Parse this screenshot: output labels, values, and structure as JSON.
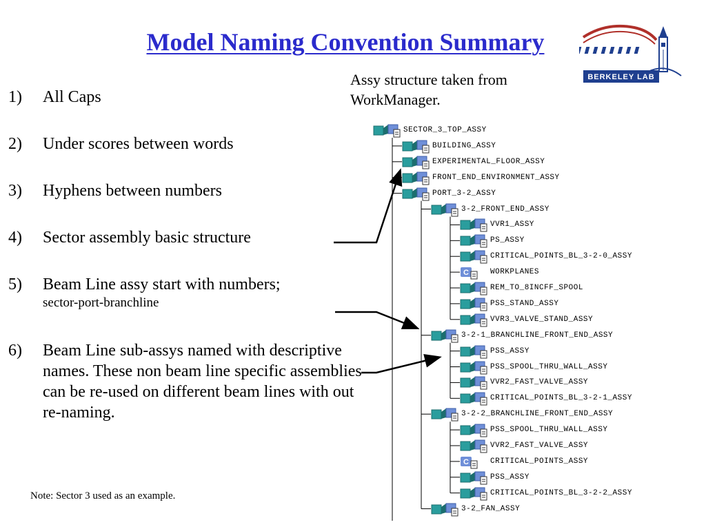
{
  "title": "Model Naming Convention Summary",
  "logo": {
    "text": "BERKELEY LAB"
  },
  "caption": "Assy structure taken from WorkManager.",
  "rules": [
    {
      "num": "1)",
      "text": "All Caps",
      "sub": ""
    },
    {
      "num": "2)",
      "text": "Under scores between words",
      "sub": ""
    },
    {
      "num": "3)",
      "text": "Hyphens between numbers",
      "sub": ""
    },
    {
      "num": "4)",
      "text": "Sector assembly basic structure",
      "sub": ""
    },
    {
      "num": "5)",
      "text": "Beam Line assy start with numbers;",
      "sub": "sector-port-branchline"
    },
    {
      "num": "6)",
      "text": "Beam Line sub-assys named with descriptive names. These non beam line specific assemblies can be re-used on different beam lines with out re-naming.",
      "sub": ""
    }
  ],
  "note": "Note: Sector 3 used as an example.",
  "tree": [
    {
      "label": "SECTOR_3_TOP_ASSY",
      "depth": 0,
      "icon": "assembly-icon"
    },
    {
      "label": "BUILDING_ASSY",
      "depth": 1,
      "icon": "assembly-icon"
    },
    {
      "label": "EXPERIMENTAL_FLOOR_ASSY",
      "depth": 1,
      "icon": "assembly-icon"
    },
    {
      "label": "FRONT_END_ENVIRONMENT_ASSY",
      "depth": 1,
      "icon": "assembly-icon"
    },
    {
      "label": "PORT_3-2_ASSY",
      "depth": 1,
      "icon": "assembly-icon"
    },
    {
      "label": "3-2_FRONT_END_ASSY",
      "depth": 2,
      "icon": "assembly-icon"
    },
    {
      "label": "VVR1_ASSY",
      "depth": 3,
      "icon": "assembly-icon"
    },
    {
      "label": "PS_ASSY",
      "depth": 3,
      "icon": "assembly-icon"
    },
    {
      "label": "CRITICAL_POINTS_BL_3-2-0_ASSY",
      "depth": 3,
      "icon": "assembly-icon"
    },
    {
      "label": "WORKPLANES",
      "depth": 3,
      "icon": "component-icon"
    },
    {
      "label": "REM_TO_8INCFF_SPOOL",
      "depth": 3,
      "icon": "assembly-icon"
    },
    {
      "label": "PSS_STAND_ASSY",
      "depth": 3,
      "icon": "assembly-icon"
    },
    {
      "label": "VVR3_VALVE_STAND_ASSY",
      "depth": 3,
      "icon": "assembly-icon"
    },
    {
      "label": "3-2-1_BRANCHLINE_FRONT_END_ASSY",
      "depth": 2,
      "icon": "assembly-icon"
    },
    {
      "label": "PSS_ASSY",
      "depth": 3,
      "icon": "assembly-icon"
    },
    {
      "label": "PSS_SPOOL_THRU_WALL_ASSY",
      "depth": 3,
      "icon": "assembly-icon"
    },
    {
      "label": "VVR2_FAST_VALVE_ASSY",
      "depth": 3,
      "icon": "assembly-icon"
    },
    {
      "label": "CRITICAL_POINTS_BL_3-2-1_ASSY",
      "depth": 3,
      "icon": "assembly-icon"
    },
    {
      "label": "3-2-2_BRANCHLINE_FRONT_END_ASSY",
      "depth": 2,
      "icon": "assembly-icon"
    },
    {
      "label": "PSS_SPOOL_THRU_WALL_ASSY",
      "depth": 3,
      "icon": "assembly-icon"
    },
    {
      "label": "VVR2_FAST_VALVE_ASSY",
      "depth": 3,
      "icon": "assembly-icon"
    },
    {
      "label": "CRITICAL_POINTS_ASSY",
      "depth": 3,
      "icon": "component-icon"
    },
    {
      "label": "PSS_ASSY",
      "depth": 3,
      "icon": "assembly-icon"
    },
    {
      "label": "CRITICAL_POINTS_BL_3-2-2_ASSY",
      "depth": 3,
      "icon": "assembly-icon"
    },
    {
      "label": "3-2_FAN_ASSY",
      "depth": 2,
      "icon": "assembly-icon"
    }
  ],
  "colors": {
    "title": "#2b2bcc",
    "logo_blue": "#1f3f8f",
    "logo_red": "#b0302a",
    "icon_teal": "#2a9d9d",
    "icon_blue": "#6f8fd8"
  }
}
